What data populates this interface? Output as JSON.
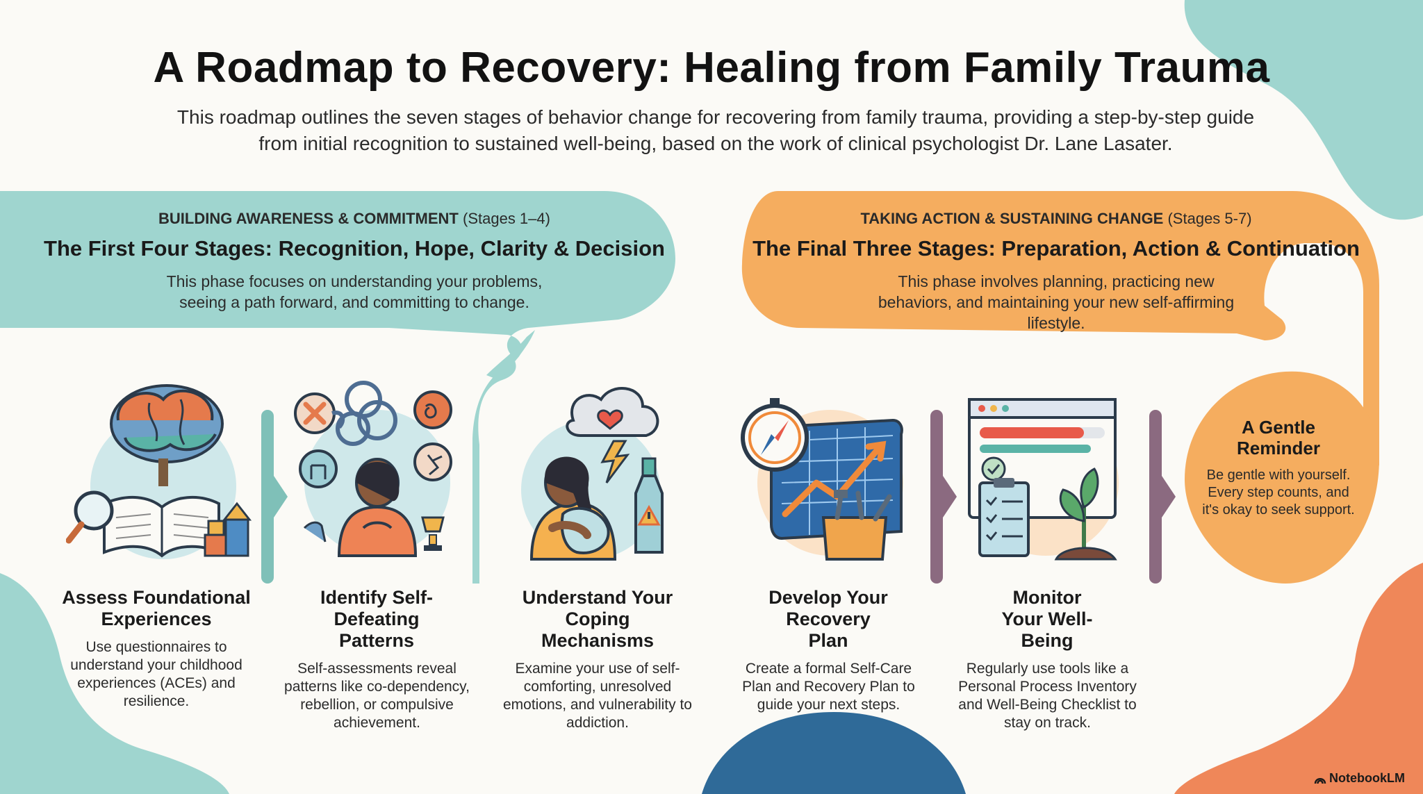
{
  "title": "A Roadmap to Recovery: Healing from Family Trauma",
  "subtitle": "This roadmap outlines the seven stages of behavior change for recovering from family trauma, providing a step-by-step guide from initial recognition to sustained well-being, based on the work of clinical psychologist Dr. Lane Lasater.",
  "phase1": {
    "label_bold": "BUILDING AWARENESS & COMMITMENT",
    "label_range": "(Stages 1–4)",
    "title": "The First Four Stages: Recognition, Hope, Clarity & Decision",
    "description": "This phase focuses on understanding your problems, seeing a path forward, and committing to change."
  },
  "phase2": {
    "label_bold": "TAKING ACTION & SUSTAINING CHANGE",
    "label_range": "(Stages 5-7)",
    "title": "The Final Three Stages: Preparation, Action & Continuation",
    "description": "This phase involves planning, practicing new behaviors, and maintaining your new self-affirming lifestyle."
  },
  "steps": [
    {
      "title": "Assess Foundational Experiences",
      "description": "Use questionnaires to understand your childhood experiences (ACEs) and resilience.",
      "icon": "brain-book-icon"
    },
    {
      "title": "Identify Self-Defeating Patterns",
      "description": "Self-assessments reveal patterns like co-dependency, rebellion, or compulsive achievement.",
      "icon": "patterns-icon"
    },
    {
      "title": "Understand Your Coping Mechanisms",
      "description": "Examine your use of self-comforting, unresolved emotions, and vulnerability to addiction.",
      "icon": "coping-icon"
    },
    {
      "title": "Develop Your Recovery Plan",
      "description": "Create a formal Self-Care Plan and Recovery Plan to guide your next steps.",
      "icon": "plan-icon"
    },
    {
      "title": "Monitor Your Well-Being",
      "description": "Regularly use tools like a Personal Process Inventory and Well-Being Checklist to stay on track.",
      "icon": "monitor-icon"
    }
  ],
  "reminder": {
    "title": "A Gentle Reminder",
    "text": "Be gentle with yourself. Every step counts, and it's okay to seek support."
  },
  "brand": "NotebookLM",
  "colors": {
    "teal": "#9fd5cf",
    "teal_dark": "#7fc0b8",
    "orange": "#f5ad5f",
    "coral": "#ef8759",
    "navy": "#2f6a98",
    "plum": "#8b6a80"
  }
}
